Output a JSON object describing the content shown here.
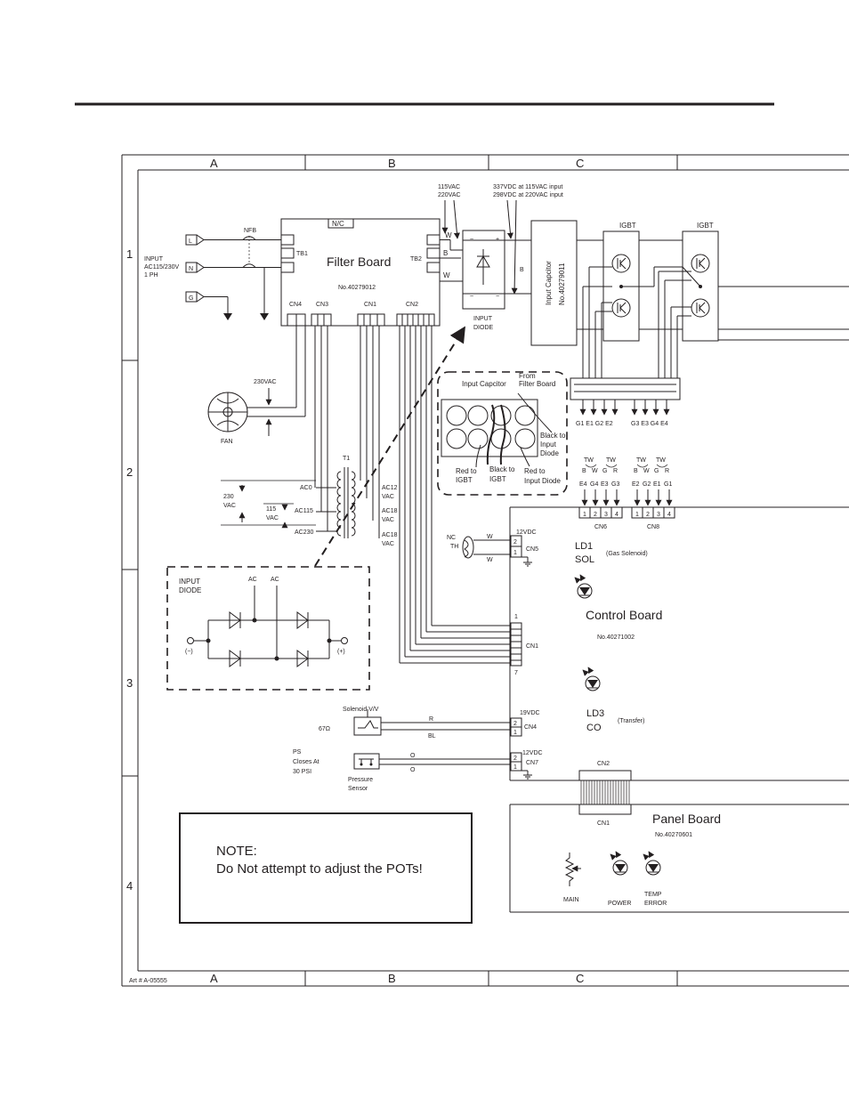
{
  "grid": {
    "columns": [
      "A",
      "B",
      "C"
    ],
    "rows": [
      "1",
      "2",
      "3",
      "4"
    ]
  },
  "art_number": "Art # A-05555",
  "input": {
    "terminals": [
      "L",
      "N",
      "G"
    ],
    "label_lines": [
      "INPUT",
      "AC115/230V",
      "1 PH"
    ],
    "nfb": "NFB"
  },
  "filter_board": {
    "title": "Filter Board",
    "part_number": "No.40279012",
    "nc": "N/C",
    "tb1": "TB1",
    "tb2": "TB2",
    "connectors": [
      "CN4",
      "CN3",
      "CN1",
      "CN2"
    ]
  },
  "tb2_wires": [
    "W",
    "B",
    "W"
  ],
  "supply_voltage": [
    "115VAC",
    "220VAC"
  ],
  "dc_bus": [
    "337VDC at 115VAC input",
    "298VDC at 220VAC input"
  ],
  "input_diode": {
    "lines": [
      "INPUT",
      "DIODE"
    ],
    "wire": "B"
  },
  "input_capacitor": {
    "lines": [
      "Input Capcitor",
      "No.40279011"
    ]
  },
  "igbt": [
    "IGBT",
    "IGBT"
  ],
  "gate_labels": [
    "G1 E1 G2 E2",
    "G3 E3 G4 E4"
  ],
  "fan": {
    "label": "FAN",
    "voltage": "230VAC"
  },
  "capacitor_detail": {
    "title": "Input Capcitor",
    "from": [
      "From",
      "Filter Board"
    ],
    "black_to_diode": [
      "Black to",
      "Input",
      "Diode"
    ],
    "red_to_igbt": [
      "Red to",
      "IGBT"
    ],
    "black_to_igbt": [
      "Black to",
      "IGBT"
    ],
    "red_to_diode": [
      "Red to",
      "Input Diode"
    ]
  },
  "transformer": {
    "label": "T1",
    "taps_left": [
      "AC0",
      "AC115",
      "AC230"
    ],
    "vac_230": [
      "230",
      "VAC"
    ],
    "vac_115": [
      "115",
      "VAC"
    ],
    "taps_right": [
      [
        "AC12",
        "VAC"
      ],
      [
        "AC18",
        "VAC"
      ],
      [
        "AC18",
        "VAC"
      ]
    ]
  },
  "tw_groups": [
    {
      "tw": [
        "TW",
        "TW"
      ],
      "colors": [
        "B",
        "W",
        "G",
        "R"
      ],
      "signals": [
        "E4",
        "G4",
        "E3",
        "G3"
      ],
      "pins": [
        "1",
        "2",
        "3",
        "4"
      ],
      "connector": "CN6"
    },
    {
      "tw": [
        "TW",
        "TW"
      ],
      "colors": [
        "B",
        "W",
        "G",
        "R"
      ],
      "signals": [
        "E2",
        "G2",
        "E1",
        "G1"
      ],
      "pins": [
        "1",
        "2",
        "3",
        "4"
      ],
      "connector": "CN8"
    }
  ],
  "thermistor": {
    "label": [
      "NC",
      "TH"
    ],
    "wires": [
      "W",
      "W"
    ],
    "voltage": "12VDC",
    "connector": "CN5",
    "pins": [
      "2",
      "1"
    ]
  },
  "control_board": {
    "title": "Control Board",
    "part_number": "No.40271002",
    "ld1": [
      "LD1",
      "SOL"
    ],
    "ld1_note": "(Gas Solenoid)",
    "ld3": [
      "LD3",
      "CO"
    ],
    "ld3_note": "(Transfer)",
    "cn1": "CN1",
    "cn1_pins": [
      "1",
      "7"
    ],
    "cn2": "CN2"
  },
  "input_diode_detail": {
    "title": [
      "INPUT",
      "DIODE"
    ],
    "ac": [
      "AC",
      "AC"
    ],
    "minus": "(−)",
    "plus": "(+)"
  },
  "solenoid": {
    "label": "Solenoid V/V",
    "ohms": "67Ω",
    "wires": [
      "R",
      "BL"
    ],
    "voltage": "19VDC",
    "connector": "CN4",
    "pins": [
      "2",
      "1"
    ]
  },
  "pressure": {
    "ps": [
      "PS",
      "Closes At",
      "30 PSI"
    ],
    "sensor": [
      "Pressure",
      "Sensor"
    ],
    "wires": [
      "O",
      "O"
    ],
    "voltage": "12VDC",
    "connector": "CN7",
    "pins": [
      "2",
      "1"
    ]
  },
  "panel_board": {
    "title": "Panel Board",
    "part_number": "No.40270601",
    "cn1": "CN1",
    "main": "MAIN",
    "power": "POWER",
    "temp_error": [
      "TEMP",
      "ERROR"
    ]
  },
  "note": {
    "line1": "NOTE:",
    "line2": "Do Not attempt to adjust the POTs!"
  }
}
